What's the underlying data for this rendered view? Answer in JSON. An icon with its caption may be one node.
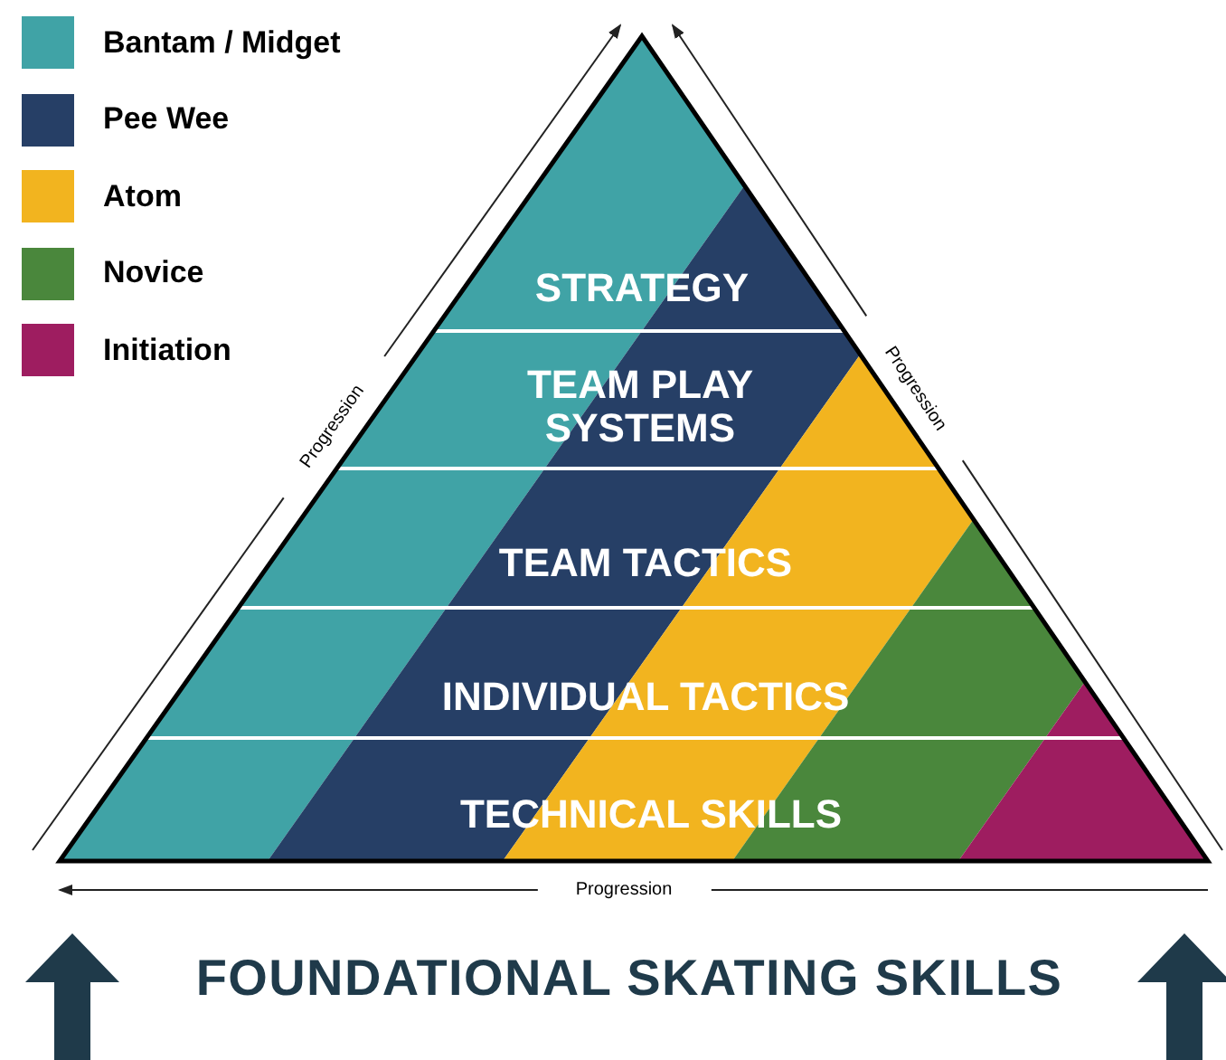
{
  "diagram": {
    "labels": [
      "STRATEGY",
      "Progression",
      "TEAM PLAY SYSTEMS",
      "Progression",
      "TEAM TACTICS",
      "INDIVIDUAL TACTICS",
      "TECHNICAL SKILLS",
      "Progression",
      "FOUNDATIONAL SKATING SKILLS"
    ],
    "legend": [
      {
        "text": "Bantam / Midget",
        "color": "#40a3a6"
      },
      {
        "text": "Pee Wee",
        "color": "#263f66"
      },
      {
        "text": "Atom",
        "color": "#f2b41f"
      },
      {
        "text": "Novice",
        "color": "#4a873c"
      },
      {
        "text": "Initiation",
        "color": "#9e1d60"
      }
    ]
  }
}
